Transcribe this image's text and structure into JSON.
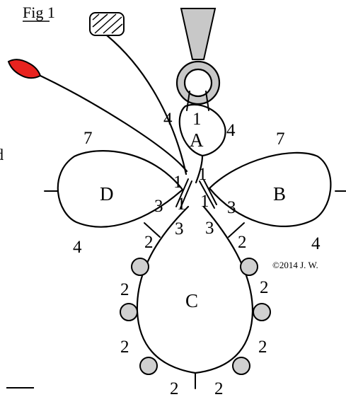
{
  "figure": {
    "label": "Fig 1",
    "cut_off_text": "d",
    "copyright": "©2014 J. W.",
    "rings": {
      "A": "A",
      "B": "B",
      "C": "C",
      "D": "D"
    },
    "counts": {
      "a_left_4": "4",
      "a_top_1": "1",
      "a_right_4": "4",
      "d_top_7": "7",
      "b_top_7": "7",
      "d_bottom_4": "4",
      "b_bottom_4": "4",
      "center_1a": "1",
      "center_1b": "1",
      "center_1c": "1",
      "center_1d": "1",
      "d_3": "3",
      "b_3": "3",
      "c_left_3": "3",
      "c_right_3": "3",
      "c_l1_2": "2",
      "c_l2_2": "2",
      "c_l3_2": "2",
      "c_r1_2": "2",
      "c_r2_2": "2",
      "c_r3_2": "2",
      "c_bottom_left_2": "2",
      "c_bottom_right_2": "2"
    },
    "colors": {
      "shuttle_red": "#e8231f",
      "bead_gray": "#d0d0d0",
      "ring_gray": "#c8c8c8"
    }
  }
}
